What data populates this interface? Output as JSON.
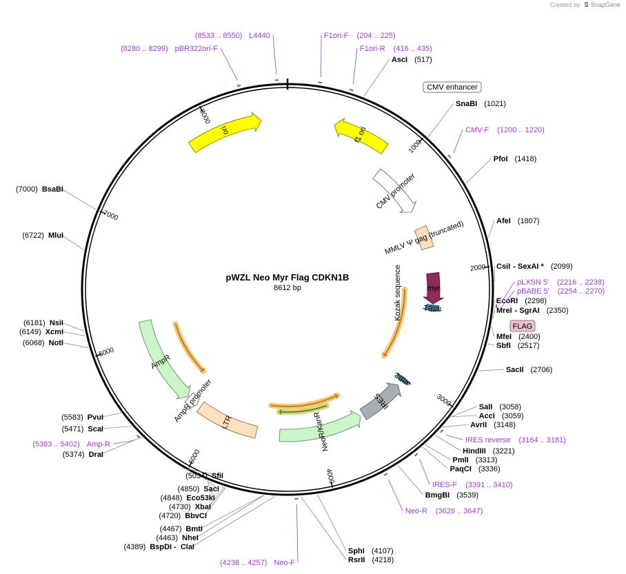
{
  "credit": {
    "prefix": "Created by",
    "brand": "SnapGene"
  },
  "plasmid": {
    "name": "pWZL Neo Myr Flag CDKN1B",
    "length_label": "8612 bp",
    "total_bp": 8612
  },
  "colors": {
    "backbone": "#000000",
    "primer": "#a23bd8",
    "enzyme_line": "#888888",
    "highlight": "#f5c97a"
  },
  "ticks": [
    {
      "bp": 1000,
      "label": "1000"
    },
    {
      "bp": 2000,
      "label": "2000"
    },
    {
      "bp": 3000,
      "label": "3000"
    },
    {
      "bp": 4000,
      "label": "4000"
    },
    {
      "bp": 5000,
      "label": "5000"
    },
    {
      "bp": 6000,
      "label": "6000"
    },
    {
      "bp": 7000,
      "label": "7000"
    },
    {
      "bp": 8000,
      "label": "8000"
    }
  ],
  "features": [
    {
      "name": "ori",
      "label": "ori",
      "start": 7800,
      "end": 8400,
      "dir": "fwd",
      "fill": "#ffff00",
      "stroke": "#8a8a00",
      "track": "inner"
    },
    {
      "name": "f1-ori",
      "label": "f1 ori",
      "start": 380,
      "end": 830,
      "dir": "rev",
      "fill": "#ffff00",
      "stroke": "#8a8a00",
      "track": "inner"
    },
    {
      "name": "cmv-promoter",
      "label": "CMV promoter",
      "start": 900,
      "end": 1390,
      "dir": "fwd",
      "fill": "#ffffff",
      "stroke": "#777777",
      "track": "mid"
    },
    {
      "name": "mmlv-gag",
      "label": "MMLV Ψ gag (truncated)",
      "start": 1560,
      "end": 1760,
      "dir": "none",
      "fill": "#fde0c0",
      "stroke": "#9a7a5a",
      "track": "mid"
    },
    {
      "name": "myr",
      "label": "myr",
      "start": 2000,
      "end": 2290,
      "dir": "fwd",
      "fill": "#8e2c5a",
      "stroke": "#5a1a38",
      "track": "mid"
    },
    {
      "name": "attb1",
      "label": "attB1",
      "start": 2300,
      "end": 2360,
      "dir": "fwd",
      "fill": "#4e8aa0",
      "stroke": "#2a5a6a",
      "track": "mid"
    },
    {
      "name": "ires",
      "label": "IRES",
      "start": 3130,
      "end": 3560,
      "dir": "rev",
      "fill": "#a8adb3",
      "stroke": "#6a6f75",
      "track": "mid"
    },
    {
      "name": "attb2",
      "label": "attB2",
      "start": 3040,
      "end": 3080,
      "dir": "rev",
      "fill": "#4e8aa0",
      "stroke": "#2a5a6a",
      "track": "mid"
    },
    {
      "name": "neor-kanr",
      "label": "NeoR/KanR",
      "start": 3590,
      "end": 4380,
      "dir": "rev",
      "fill": "#c9f5c9",
      "stroke": "#6a9a6a",
      "track": "mid"
    },
    {
      "name": "ltr",
      "label": "LTR",
      "start": 4600,
      "end": 5180,
      "dir": "none",
      "fill": "#fde0c0",
      "stroke": "#9a7a5a",
      "track": "mid"
    },
    {
      "name": "ampr-promoter",
      "label": "AmpR promoter",
      "start": 5220,
      "end": 5320,
      "dir": "rev",
      "fill": "#ffffff",
      "stroke": "#777777",
      "track": "mid"
    },
    {
      "name": "ampr",
      "label": "AmpR",
      "start": 5330,
      "end": 6160,
      "dir": "rev",
      "fill": "#c9f5c9",
      "stroke": "#6a9a6a",
      "track": "mid"
    }
  ],
  "orfs": [
    {
      "name": "orf-myr-cdkn1b",
      "start": 2150,
      "end": 2980,
      "dir": "fwd",
      "color": "#c47a1a"
    },
    {
      "name": "orf-neo-green",
      "start": 3860,
      "end": 4400,
      "dir": "fwd",
      "color": "#2ea02e"
    },
    {
      "name": "orf-neo",
      "start": 3700,
      "end": 4500,
      "dir": "rev",
      "color": "#c47a1a"
    },
    {
      "name": "orf-amp",
      "start": 5400,
      "end": 6050,
      "dir": "rev",
      "color": "#c47a1a"
    }
  ],
  "labels": {
    "feature_tag_flag": "FLAG",
    "feature_tag_cmv_enhancer": "CMV enhancer",
    "kozak": "Kozak sequence"
  },
  "enzymes_right": [
    {
      "name": "AscI",
      "pos": "(517)",
      "bp": 517
    },
    {
      "name": "SnaBI",
      "pos": "(1021)",
      "bp": 1021
    },
    {
      "name": "PfoI",
      "pos": "(1418)",
      "bp": 1418
    },
    {
      "name": "AfeI",
      "pos": "(1807)",
      "bp": 1807
    },
    {
      "name": "CsiI",
      "extra": "- SexAI *",
      "pos": "(2099)",
      "bp": 2099
    },
    {
      "name": "EcoRI",
      "pos": "(2298)",
      "bp": 2298
    },
    {
      "name": "MreI",
      "extra": "- SgrAI",
      "pos": "(2350)",
      "bp": 2350
    },
    {
      "name": "MfeI",
      "pos": "(2400)",
      "bp": 2400
    },
    {
      "name": "SbfI",
      "pos": "(2517)",
      "bp": 2517
    },
    {
      "name": "SacII",
      "pos": "(2706)",
      "bp": 2706
    },
    {
      "name": "SalI",
      "pos": "(3058)",
      "bp": 3058
    },
    {
      "name": "AccI",
      "pos": "(3059)",
      "bp": 3059
    },
    {
      "name": "AvrII",
      "pos": "(3148)",
      "bp": 3148
    },
    {
      "name": "HindIII",
      "pos": "(3221)",
      "bp": 3221
    },
    {
      "name": "PmlI",
      "pos": "(3313)",
      "bp": 3313
    },
    {
      "name": "PaqCI",
      "pos": "(3336)",
      "bp": 3336
    },
    {
      "name": "BmgBI",
      "pos": "(3539)",
      "bp": 3539
    },
    {
      "name": "SphI",
      "pos": "(4107)",
      "bp": 4107
    },
    {
      "name": "RsrII",
      "pos": "(4218)",
      "bp": 4218
    }
  ],
  "enzymes_left": [
    {
      "name": "ClaI",
      "prefix": "(4389)",
      "mid": "BspDI -",
      "bp": 4389
    },
    {
      "name": "NheI",
      "prefix": "(4463)",
      "bp": 4463
    },
    {
      "name": "BmtI",
      "prefix": "(4467)",
      "bp": 4467
    },
    {
      "name": "BbvCI",
      "prefix": "(4720)",
      "bp": 4720
    },
    {
      "name": "XbaI",
      "prefix": "(4730)",
      "bp": 4730
    },
    {
      "name": "Eco53kI",
      "prefix": "(4848)",
      "bp": 4848
    },
    {
      "name": "SacI",
      "prefix": "(4850)",
      "bp": 4850
    },
    {
      "name": "SfiI",
      "prefix": "(5034)",
      "bp": 5034
    },
    {
      "name": "DraI",
      "prefix": "(5374)",
      "bp": 5374
    },
    {
      "name": "ScaI",
      "prefix": "(5471)",
      "bp": 5471
    },
    {
      "name": "PvuI",
      "prefix": "(5583)",
      "bp": 5583
    },
    {
      "name": "NotI",
      "prefix": "(6068)",
      "bp": 6068
    },
    {
      "name": "XcmI",
      "prefix": "(6149)",
      "bp": 6149
    },
    {
      "name": "NsiI",
      "prefix": "(6181)",
      "bp": 6181
    },
    {
      "name": "MluI",
      "prefix": "(6722)",
      "bp": 6722
    },
    {
      "name": "BsaBI",
      "prefix": "(7000)",
      "bp": 7000
    }
  ],
  "primers": [
    {
      "name": "F1ori-F",
      "range": "(204 .. 225)",
      "bp": 214,
      "side": "right"
    },
    {
      "name": "F1ori-R",
      "range": "(416 .. 435)",
      "bp": 425,
      "side": "right"
    },
    {
      "name": "CMV-F",
      "range": "(1200 .. 1220)",
      "bp": 1210,
      "side": "right"
    },
    {
      "name": "pLXSN 5'",
      "range": "(2216 .. 2238)",
      "bp": 2227,
      "side": "right"
    },
    {
      "name": "pBABE 5'",
      "range": "(2254 .. 2270)",
      "bp": 2262,
      "side": "right"
    },
    {
      "name": "IRES reverse",
      "range": "(3164 .. 3181)",
      "bp": 3172,
      "side": "right"
    },
    {
      "name": "IRES-F",
      "range": "(3391 .. 3410)",
      "bp": 3400,
      "side": "right"
    },
    {
      "name": "Neo-R",
      "range": "(3628 .. 3647)",
      "bp": 3637,
      "side": "right"
    },
    {
      "name": "Neo-F",
      "range": "(4238 .. 4257)",
      "bp": 4247,
      "side": "left"
    },
    {
      "name": "Amp-R",
      "range": "(5383 .. 5402)",
      "bp": 5392,
      "side": "left"
    },
    {
      "name": "pBR322ori-F",
      "range": "(8280 .. 8299)",
      "bp": 8290,
      "side": "left"
    },
    {
      "name": "L4440",
      "range": "(8533 .. 8550)",
      "bp": 8541,
      "side": "left"
    }
  ]
}
